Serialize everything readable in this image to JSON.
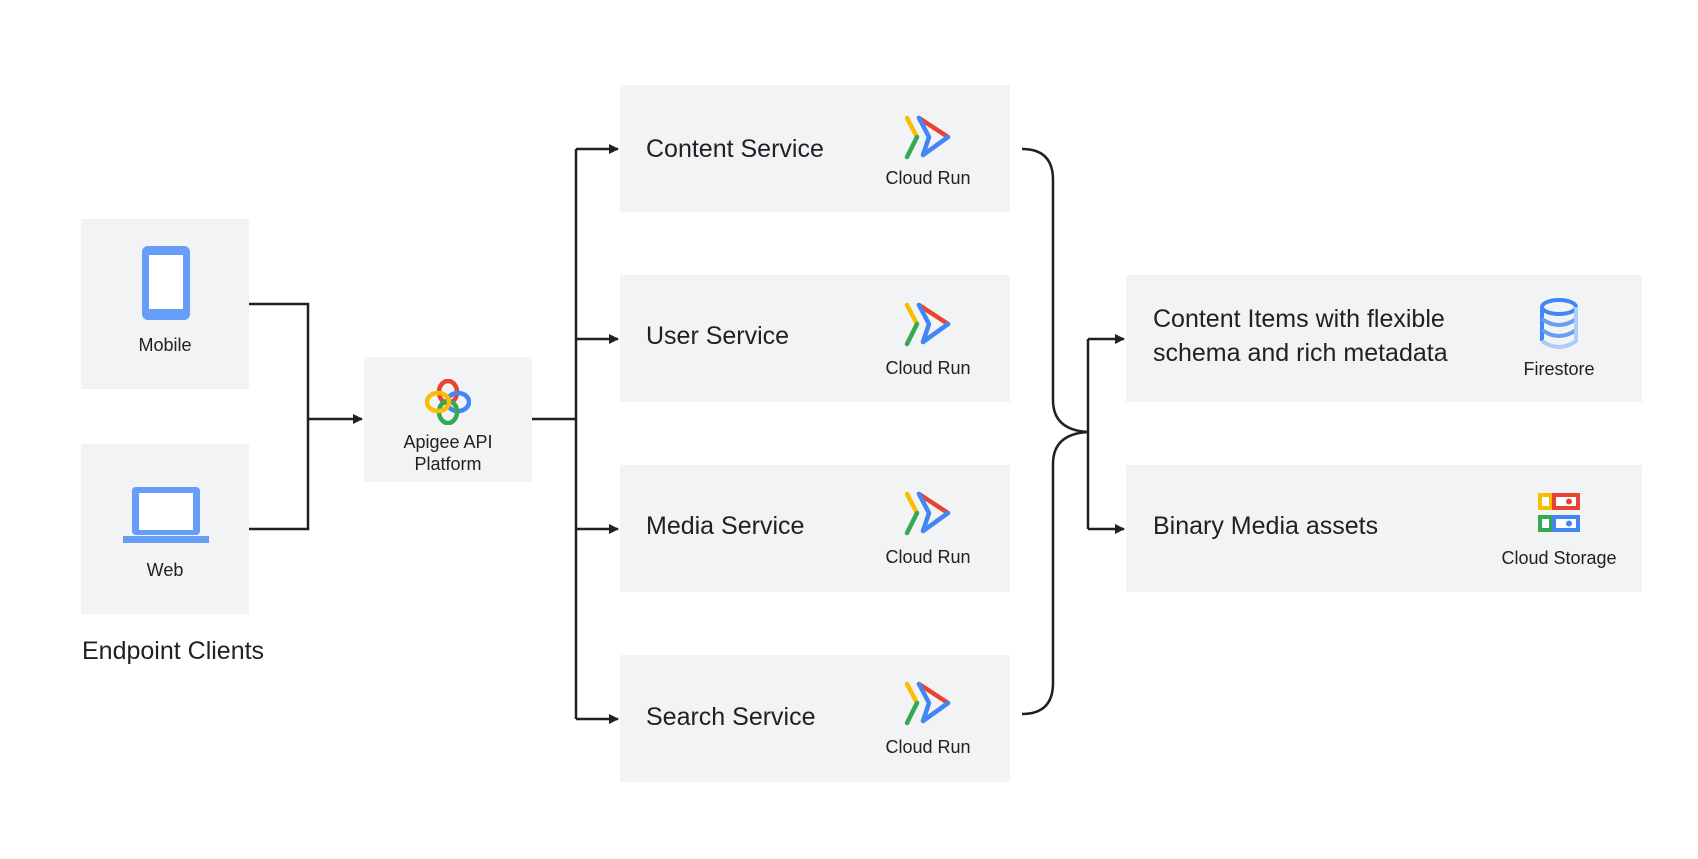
{
  "clients": {
    "group_label": "Endpoint Clients",
    "mobile_label": "Mobile",
    "web_label": "Web"
  },
  "gateway": {
    "label_line1": "Apigee API",
    "label_line2": "Platform",
    "icon": "apigee-icon"
  },
  "services": [
    {
      "name": "Content Service",
      "platform": "Cloud Run",
      "icon": "cloud-run-icon"
    },
    {
      "name": "User Service",
      "platform": "Cloud Run",
      "icon": "cloud-run-icon"
    },
    {
      "name": "Media Service",
      "platform": "Cloud Run",
      "icon": "cloud-run-icon"
    },
    {
      "name": "Search Service",
      "platform": "Cloud Run",
      "icon": "cloud-run-icon"
    }
  ],
  "storage": [
    {
      "line1": "Content Items with flexible",
      "line2": "schema and rich metadata",
      "product": "Firestore",
      "icon": "firestore-icon"
    },
    {
      "line1": "Binary Media assets",
      "product": "Cloud Storage",
      "icon": "cloud-storage-icon"
    }
  ],
  "colors": {
    "box_bg": "#f1f3f4",
    "line": "#202124",
    "google_blue": "#4285f4",
    "google_red": "#ea4335",
    "google_yellow": "#fbbc04",
    "google_green": "#34a853",
    "device_blue": "#669df6"
  }
}
